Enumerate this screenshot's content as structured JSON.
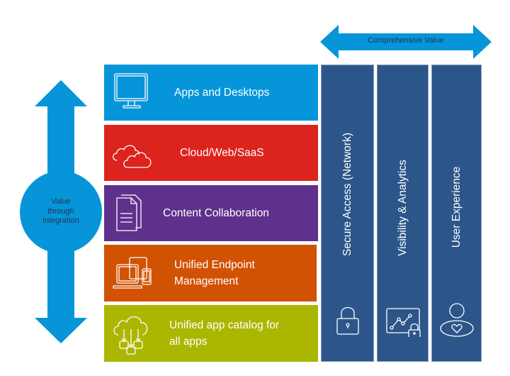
{
  "colors": {
    "arrow_blue": "#0795d9",
    "apps_desktops": "#0795d9",
    "cloud_web_saas": "#dc231d",
    "content_collaboration": "#5e318c",
    "unified_endpoint": "#d15203",
    "app_catalog": "#abb601",
    "pillar_blue": "#2c568a"
  },
  "horizontal_arrow": {
    "label": "Comprehensive Value"
  },
  "vertical_arrow": {
    "label_lines": [
      "Value",
      "through",
      "integration"
    ]
  },
  "layers": [
    {
      "label_lines": [
        "Apps and Desktops"
      ],
      "icon": "monitor-icon"
    },
    {
      "label_lines": [
        "Cloud/Web/SaaS"
      ],
      "icon": "clouds-icon"
    },
    {
      "label_lines": [
        "Content Collaboration"
      ],
      "icon": "documents-icon"
    },
    {
      "label_lines": [
        "Unified Endpoint",
        "Management"
      ],
      "icon": "devices-icon"
    },
    {
      "label_lines": [
        "Unified app catalog for",
        "all apps"
      ],
      "icon": "cloud-catalog-icon"
    }
  ],
  "pillars": [
    {
      "label": "Secure Access (Network)",
      "icon": "padlock-icon"
    },
    {
      "label": "Visibility & Analytics",
      "icon": "analytics-lock-icon"
    },
    {
      "label": "User Experience",
      "icon": "user-heart-icon"
    }
  ]
}
